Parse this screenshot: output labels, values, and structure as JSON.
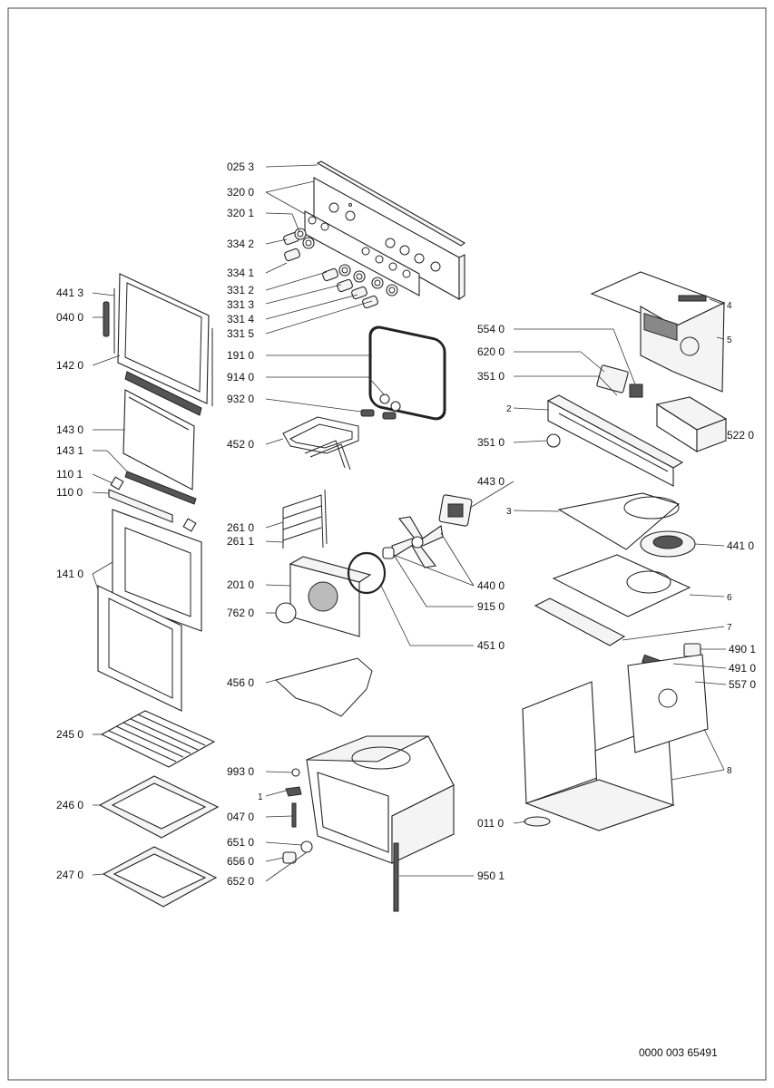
{
  "document_number": "0000 003 65491",
  "labels": [
    {
      "id": "l-0253",
      "text": "025 3"
    },
    {
      "id": "l-3200",
      "text": "320 0"
    },
    {
      "id": "l-3201",
      "text": "320 1"
    },
    {
      "id": "l-3342",
      "text": "334 2"
    },
    {
      "id": "l-3341",
      "text": "334 1"
    },
    {
      "id": "l-3312",
      "text": "331 2"
    },
    {
      "id": "l-3313",
      "text": "331 3"
    },
    {
      "id": "l-3314",
      "text": "331 4"
    },
    {
      "id": "l-3315",
      "text": "331 5"
    },
    {
      "id": "l-1910",
      "text": "191 0"
    },
    {
      "id": "l-9140",
      "text": "914 0"
    },
    {
      "id": "l-9320",
      "text": "932 0"
    },
    {
      "id": "l-4520",
      "text": "452 0"
    },
    {
      "id": "l-2610",
      "text": "261 0"
    },
    {
      "id": "l-2611",
      "text": "261 1"
    },
    {
      "id": "l-2010",
      "text": "201 0"
    },
    {
      "id": "l-7620",
      "text": "762 0"
    },
    {
      "id": "l-4560",
      "text": "456 0"
    },
    {
      "id": "l-9930",
      "text": "993 0"
    },
    {
      "id": "l-1",
      "text": "1"
    },
    {
      "id": "l-0470",
      "text": "047 0"
    },
    {
      "id": "l-6510",
      "text": "651 0"
    },
    {
      "id": "l-6560",
      "text": "656 0"
    },
    {
      "id": "l-6520",
      "text": "652 0"
    },
    {
      "id": "l-4413",
      "text": "441 3"
    },
    {
      "id": "l-0400",
      "text": "040 0"
    },
    {
      "id": "l-1420",
      "text": "142 0"
    },
    {
      "id": "l-1430",
      "text": "143 0"
    },
    {
      "id": "l-1431",
      "text": "143 1"
    },
    {
      "id": "l-1101",
      "text": "110 1"
    },
    {
      "id": "l-1100",
      "text": "110 0"
    },
    {
      "id": "l-1410",
      "text": "141 0"
    },
    {
      "id": "l-2450",
      "text": "245 0"
    },
    {
      "id": "l-2460",
      "text": "246 0"
    },
    {
      "id": "l-2470",
      "text": "247 0"
    },
    {
      "id": "l-5540",
      "text": "554 0"
    },
    {
      "id": "l-6200",
      "text": "620 0"
    },
    {
      "id": "l-3510a",
      "text": "351 0"
    },
    {
      "id": "l-2",
      "text": "2"
    },
    {
      "id": "l-3510b",
      "text": "351 0"
    },
    {
      "id": "l-5220",
      "text": "522 0"
    },
    {
      "id": "l-4",
      "text": "4"
    },
    {
      "id": "l-5",
      "text": "5"
    },
    {
      "id": "l-4430",
      "text": "443 0"
    },
    {
      "id": "l-3",
      "text": "3"
    },
    {
      "id": "l-4410",
      "text": "441 0"
    },
    {
      "id": "l-4400",
      "text": "440 0"
    },
    {
      "id": "l-9150",
      "text": "915 0"
    },
    {
      "id": "l-6",
      "text": "6"
    },
    {
      "id": "l-7",
      "text": "7"
    },
    {
      "id": "l-4510",
      "text": "451 0"
    },
    {
      "id": "l-4901",
      "text": "490 1"
    },
    {
      "id": "l-4910",
      "text": "491 0"
    },
    {
      "id": "l-5570",
      "text": "557 0"
    },
    {
      "id": "l-8",
      "text": "8"
    },
    {
      "id": "l-0110",
      "text": "011 0"
    },
    {
      "id": "l-9501",
      "text": "950 1"
    }
  ]
}
